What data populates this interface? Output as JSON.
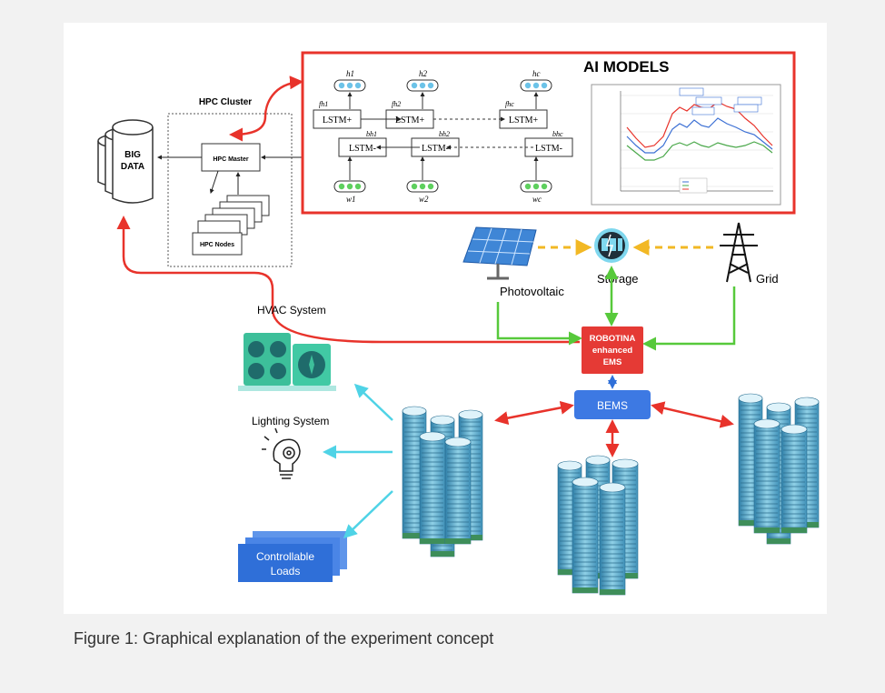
{
  "caption": "Figure 1: Graphical explanation of the experiment concept",
  "big_data": {
    "line1": "BIG",
    "line2": "DATA"
  },
  "hpc": {
    "cluster_label": "HPC Cluster",
    "master_label": "HPC Master",
    "nodes_label": "HPC Nodes"
  },
  "ai_models": {
    "title": "AI MODELS",
    "lstm_forward": "LSTM+",
    "lstm_backward": "LSTM-",
    "outputs": [
      "h1",
      "h2",
      "hc"
    ],
    "inputs": [
      "w1",
      "w2",
      "wc"
    ],
    "forward_tags": [
      "fh1",
      "fh2",
      "fhc"
    ],
    "backward_tags": [
      "bh1",
      "bh2",
      "bhc"
    ]
  },
  "energy": {
    "photovoltaic": "Photovoltaic",
    "storage": "Storage",
    "grid": "Grid",
    "ems_line1": "ROBOTINA",
    "ems_line2": "enhanced",
    "ems_line3": "EMS",
    "bems": "BEMS"
  },
  "systems": {
    "hvac": "HVAC System",
    "lighting": "Lighting System",
    "loads_line1": "Controllable",
    "loads_line2": "Loads"
  },
  "colors": {
    "red": "#e8332b",
    "green": "#57c93b",
    "cyan": "#4fd3e6",
    "yellow": "#f2b824",
    "blue": "#2f6fd8",
    "ems_red": "#e53a35",
    "bems_blue": "#3d79e3",
    "lstm_dot": "#6cc3e8",
    "input_dot": "#5ed05e",
    "building": "#5aa7c8"
  }
}
